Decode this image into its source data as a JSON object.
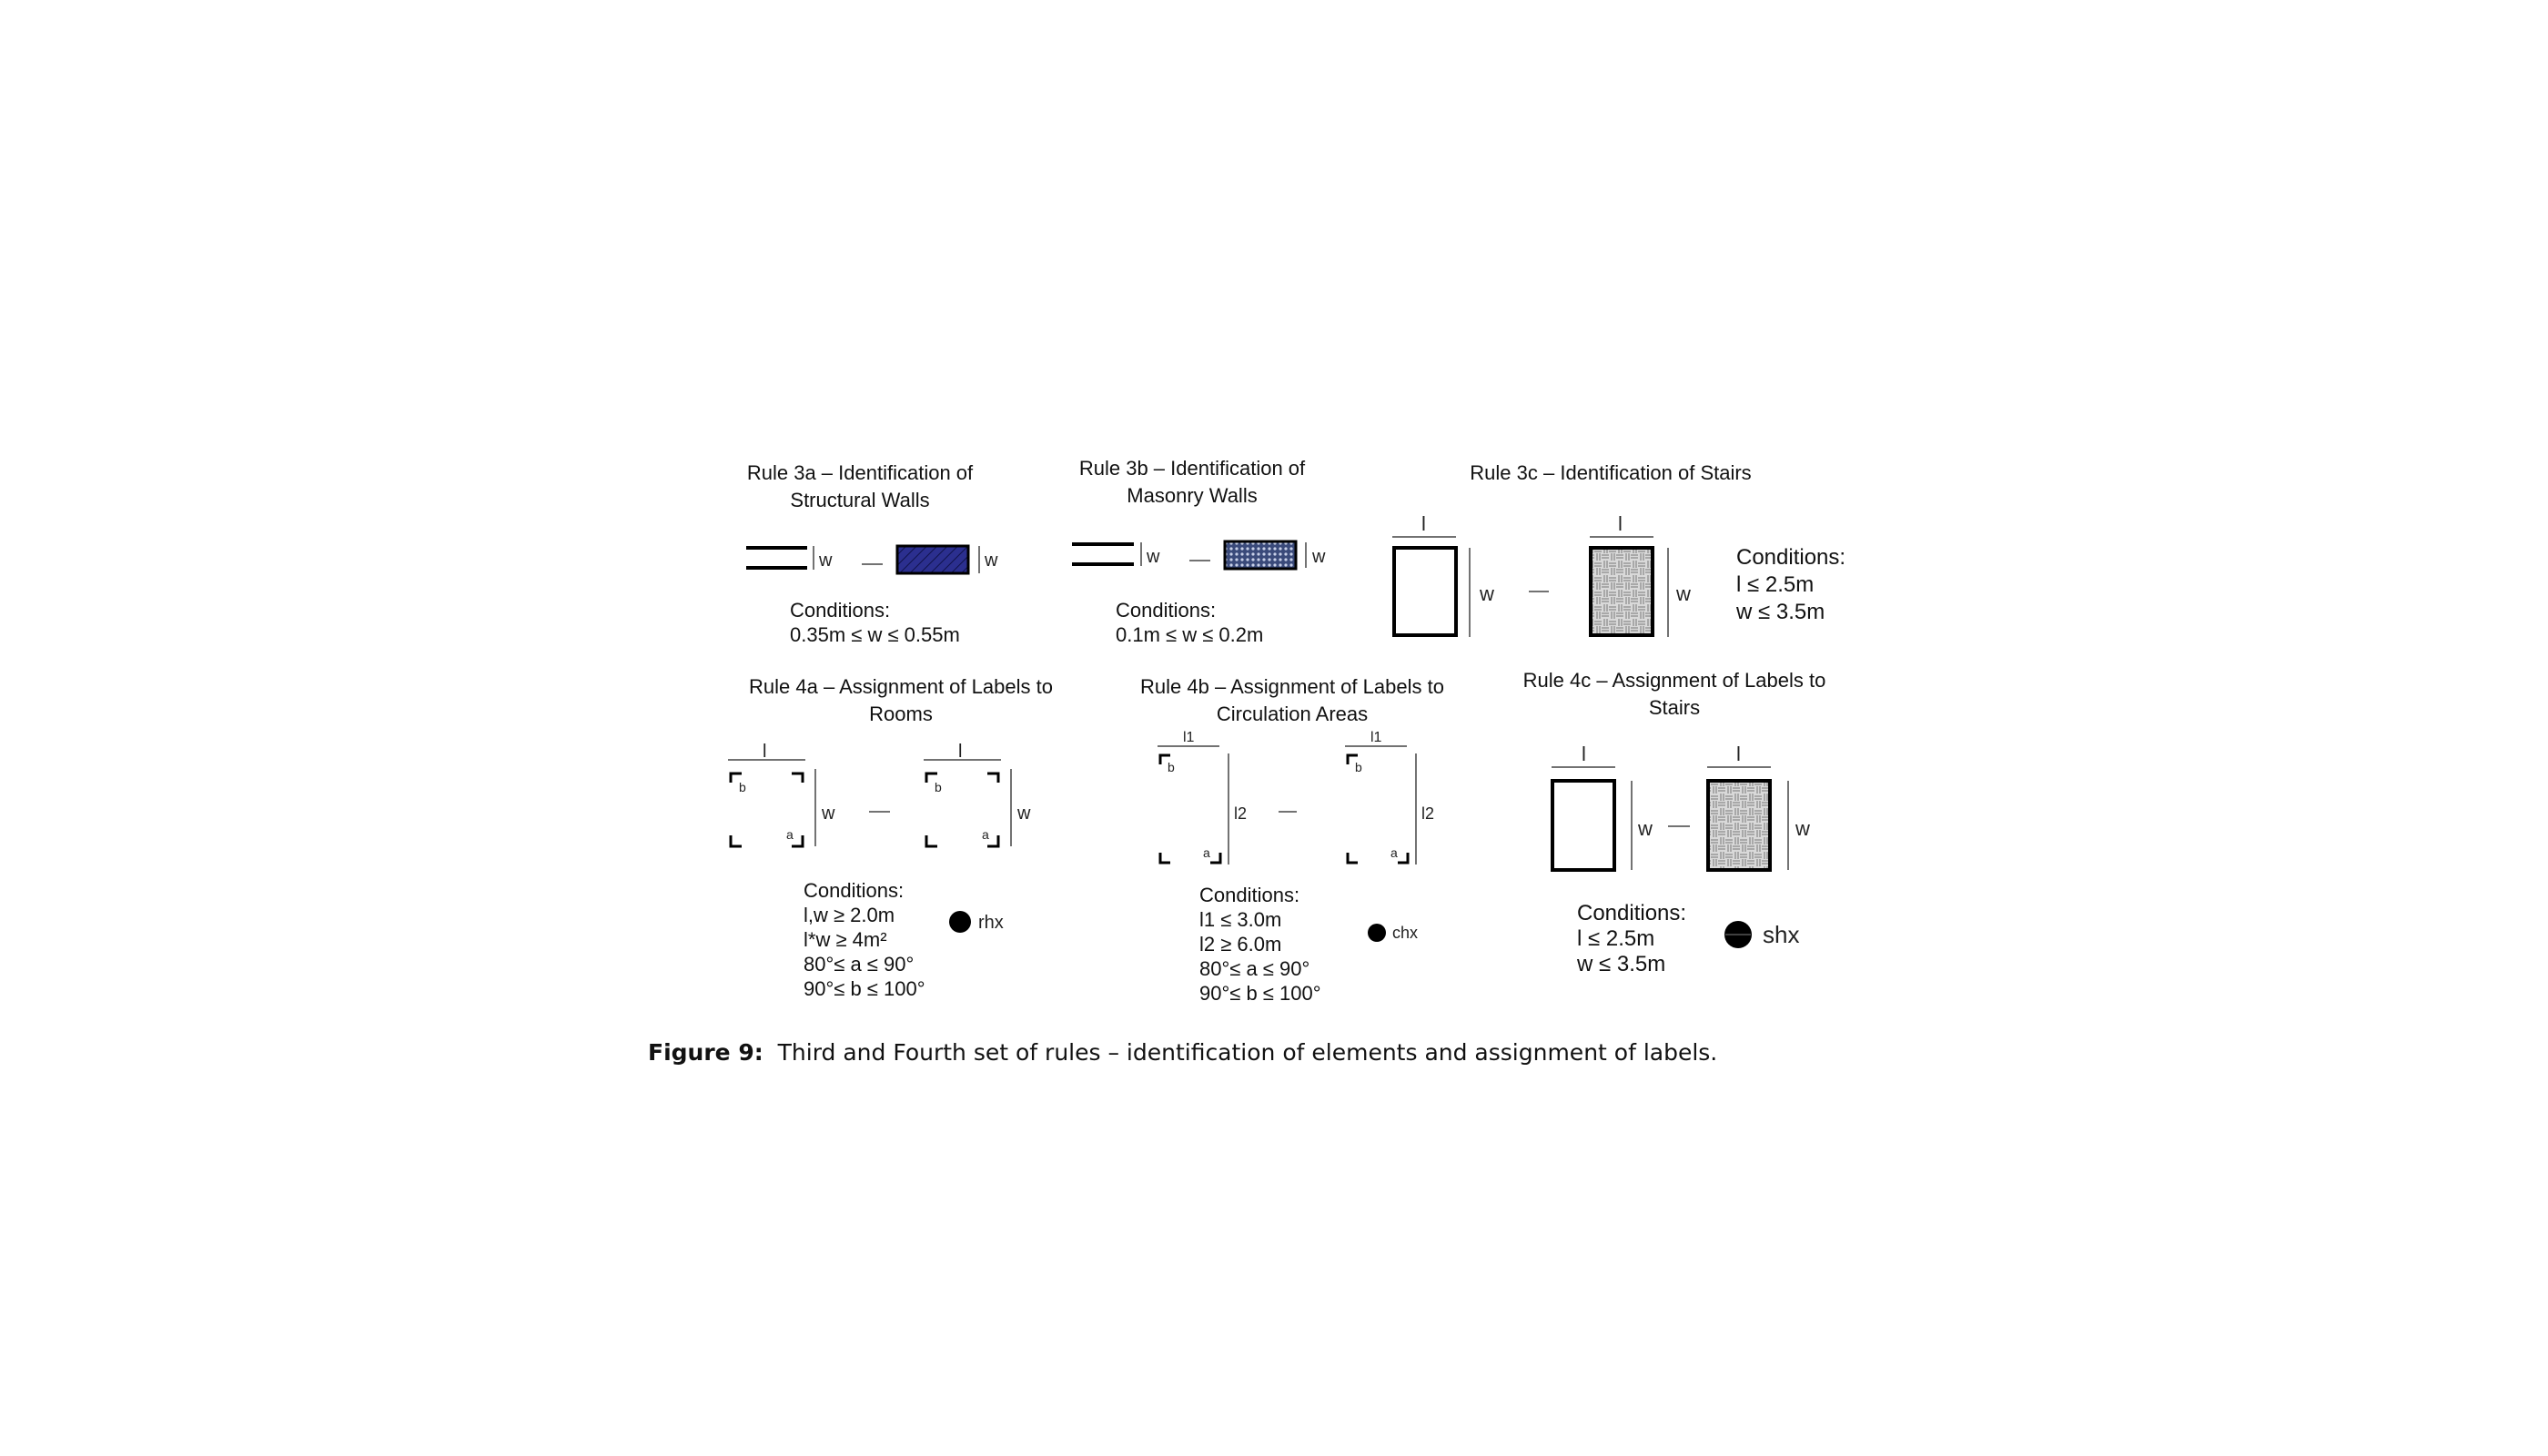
{
  "rules": {
    "r3a": {
      "title": "Rule 3a – Identification of Structural Walls",
      "dim": "w",
      "conditions": [
        "Conditions:",
        "0.35m ≤ w ≤ 0.55m"
      ]
    },
    "r3b": {
      "title": "Rule 3b – Identification of Masonry Walls",
      "dim": "w",
      "conditions": [
        "Conditions:",
        "0.1m ≤ w ≤ 0.2m"
      ]
    },
    "r3c": {
      "title": "Rule 3c – Identification of Stairs",
      "dim_l": "l",
      "dim_w": "w",
      "conditions": [
        "Conditions:",
        "l ≤ 2.5m",
        "w ≤ 3.5m"
      ]
    },
    "r4a": {
      "title": "Rule 4a – Assignment of Labels to Rooms",
      "dim_l": "l",
      "dim_w": "w",
      "angle_a": "a",
      "angle_b": "b",
      "conditions": [
        "Conditions:",
        "l,w ≥ 2.0m",
        "l*w ≥ 4m²",
        "80°≤ a ≤ 90°",
        "90°≤ b ≤ 100°"
      ],
      "label": "rhx"
    },
    "r4b": {
      "title": "Rule 4b – Assignment of Labels to Circulation Areas",
      "dim_l": "l1",
      "dim_w": "l2",
      "angle_a": "a",
      "angle_b": "b",
      "conditions": [
        "Conditions:",
        "l1 ≤ 3.0m",
        "l2 ≥ 6.0m",
        "80°≤ a ≤ 90°",
        "90°≤ b ≤ 100°"
      ],
      "label": "chx"
    },
    "r4c": {
      "title": "Rule 4c – Assignment of Labels to Stairs",
      "dim_l": "l",
      "dim_w": "w",
      "conditions": [
        "Conditions:",
        "l ≤ 2.5m",
        "w ≤ 3.5m"
      ],
      "label": "shx"
    }
  },
  "colors": {
    "structural_wall": "#2b2f8f",
    "masonry_wall": "#3a4a7a",
    "stair_fill": "#d9d9d9"
  },
  "caption": {
    "label": "Figure 9:",
    "text": "Third and Fourth set of rules – identification of elements and assignment of labels."
  }
}
